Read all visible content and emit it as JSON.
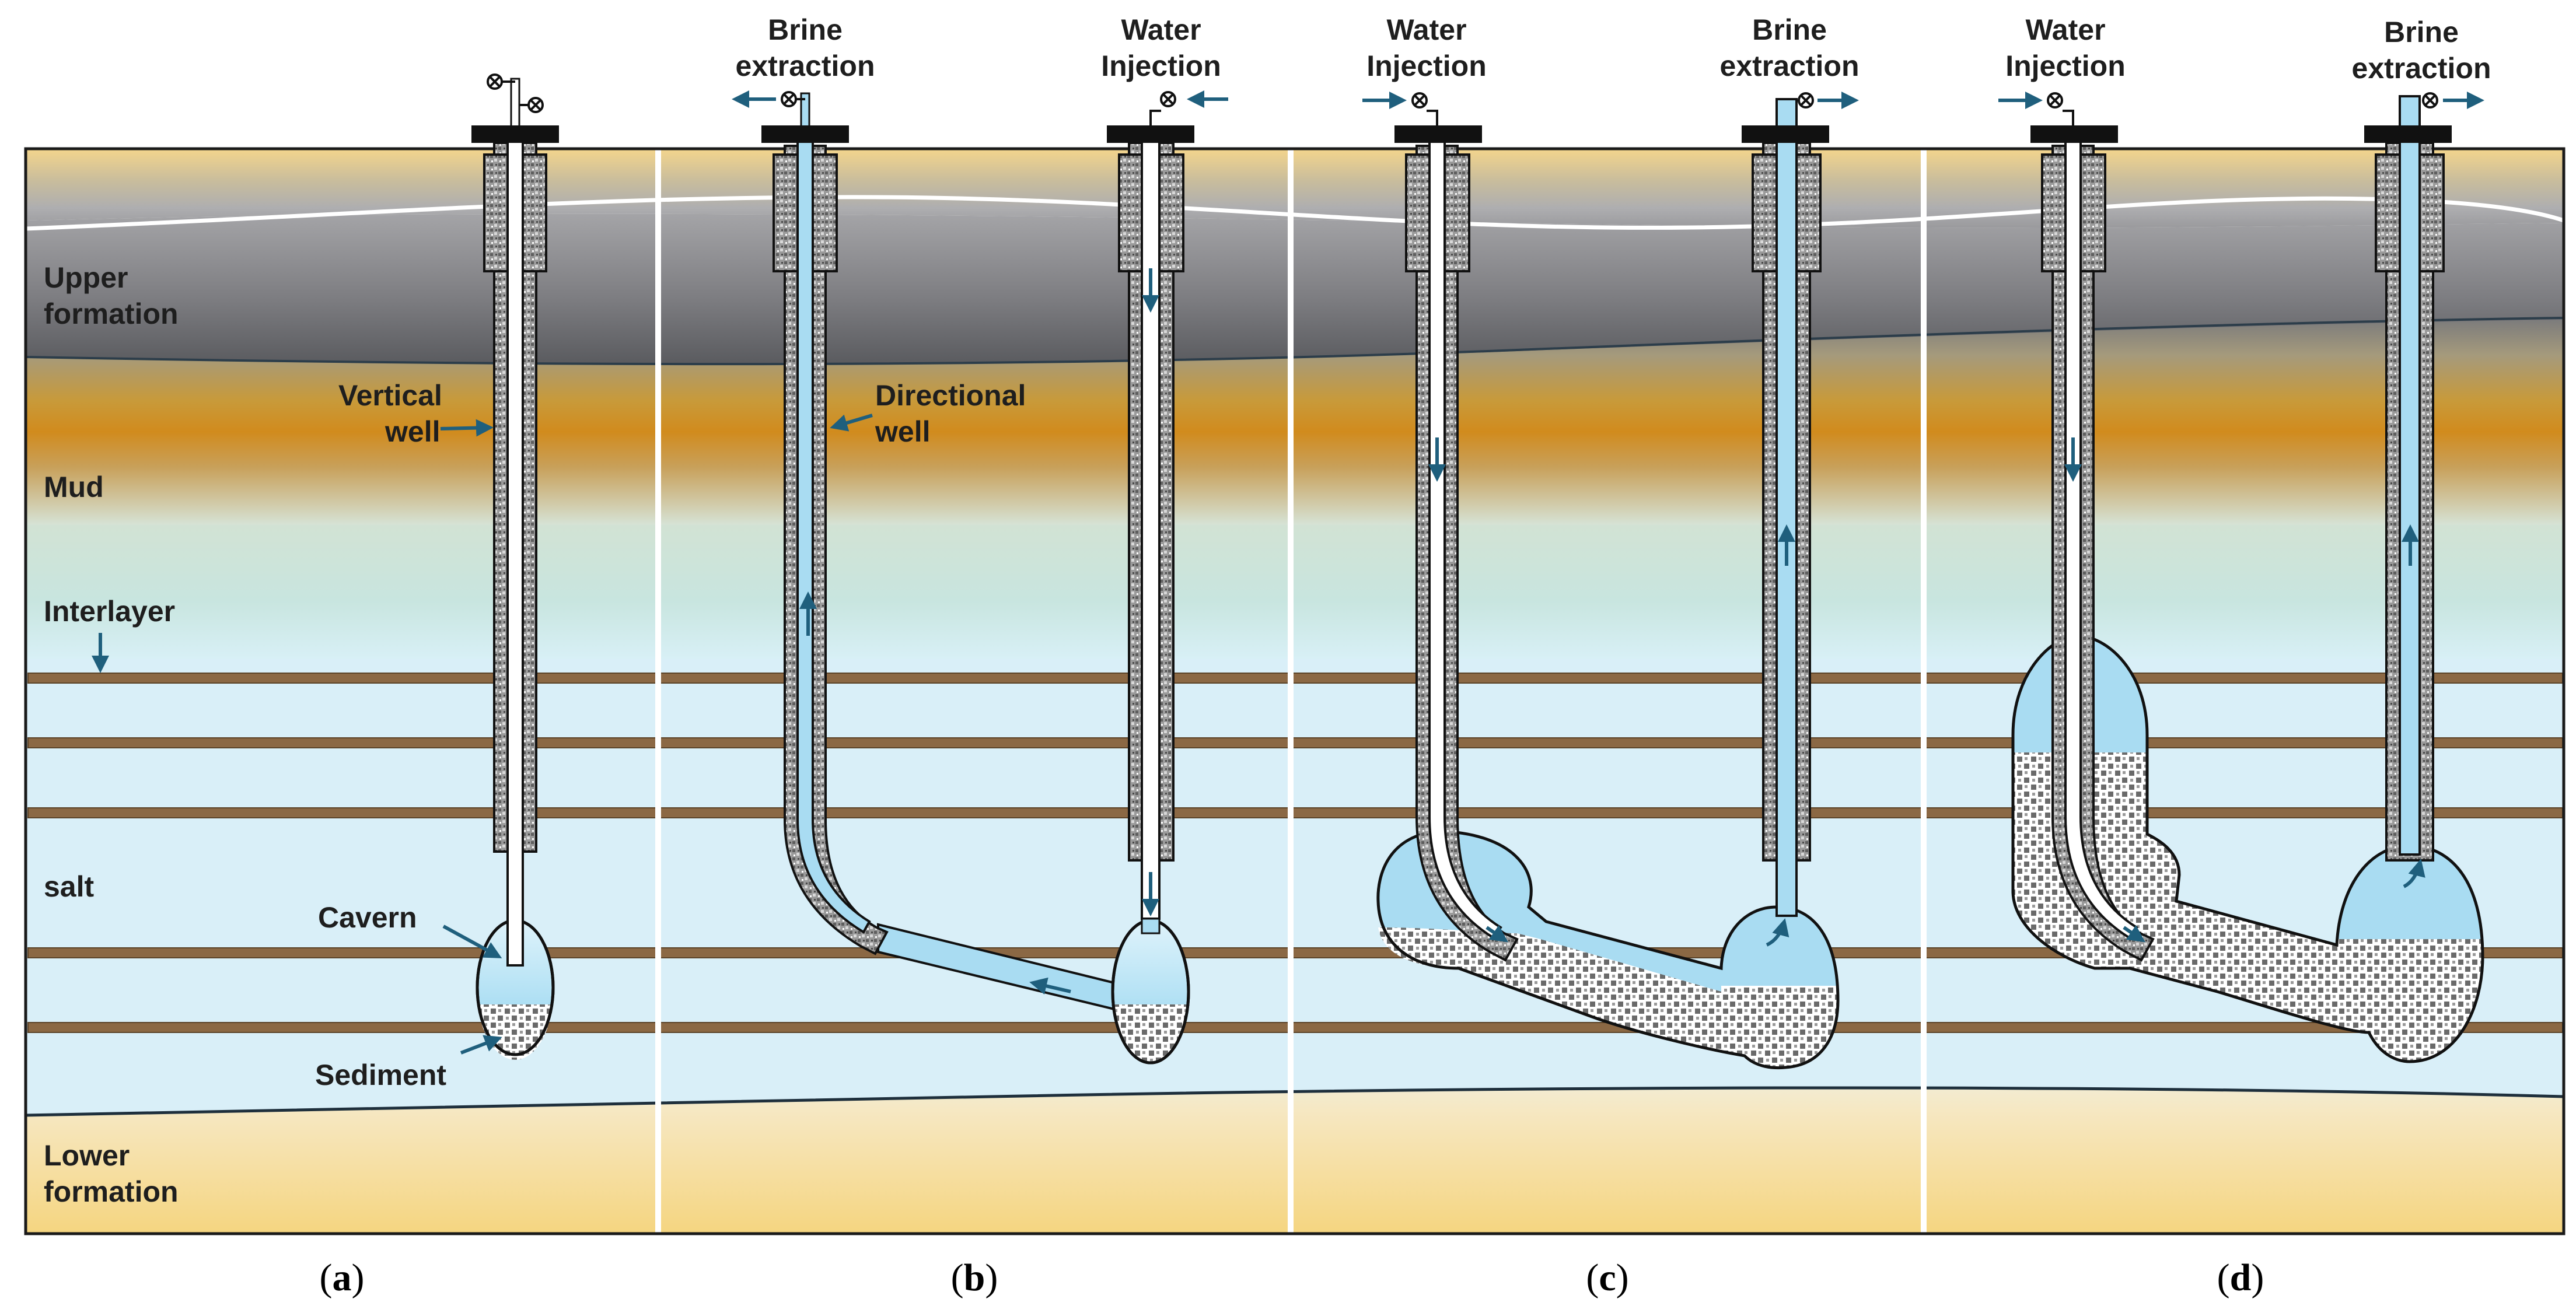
{
  "layers": {
    "upper_formation": [
      "Upper",
      "formation"
    ],
    "mud": "Mud",
    "interlayer": "Interlayer",
    "salt": "salt",
    "lower_formation": [
      "Lower",
      "formation"
    ]
  },
  "panel_a": {
    "vertical_well": [
      "Vertical",
      "well"
    ],
    "cavern": "Cavern",
    "sediment": "Sediment"
  },
  "panel_b": {
    "brine_extraction": [
      "Brine",
      "extraction"
    ],
    "water_injection": [
      "Water",
      "Injection"
    ],
    "directional_well": [
      "Directional",
      "well"
    ]
  },
  "panel_c": {
    "water_injection": [
      "Water",
      "Injection"
    ],
    "brine_extraction": [
      "Brine",
      "extraction"
    ]
  },
  "panel_d": {
    "water_injection": [
      "Water",
      "Injection"
    ],
    "brine_extraction": [
      "Brine",
      "extraction"
    ]
  },
  "panel_labels": {
    "a": [
      "(",
      "a",
      ")"
    ],
    "b": [
      "(",
      "b",
      ")"
    ],
    "c": [
      "(",
      "c",
      ")"
    ],
    "d": [
      "(",
      "d",
      ")"
    ]
  },
  "colors": {
    "arrow": "#1f5f7d",
    "water": "#a9dcf2",
    "interlayer_band": "#8b6844",
    "outline": "#111111"
  }
}
